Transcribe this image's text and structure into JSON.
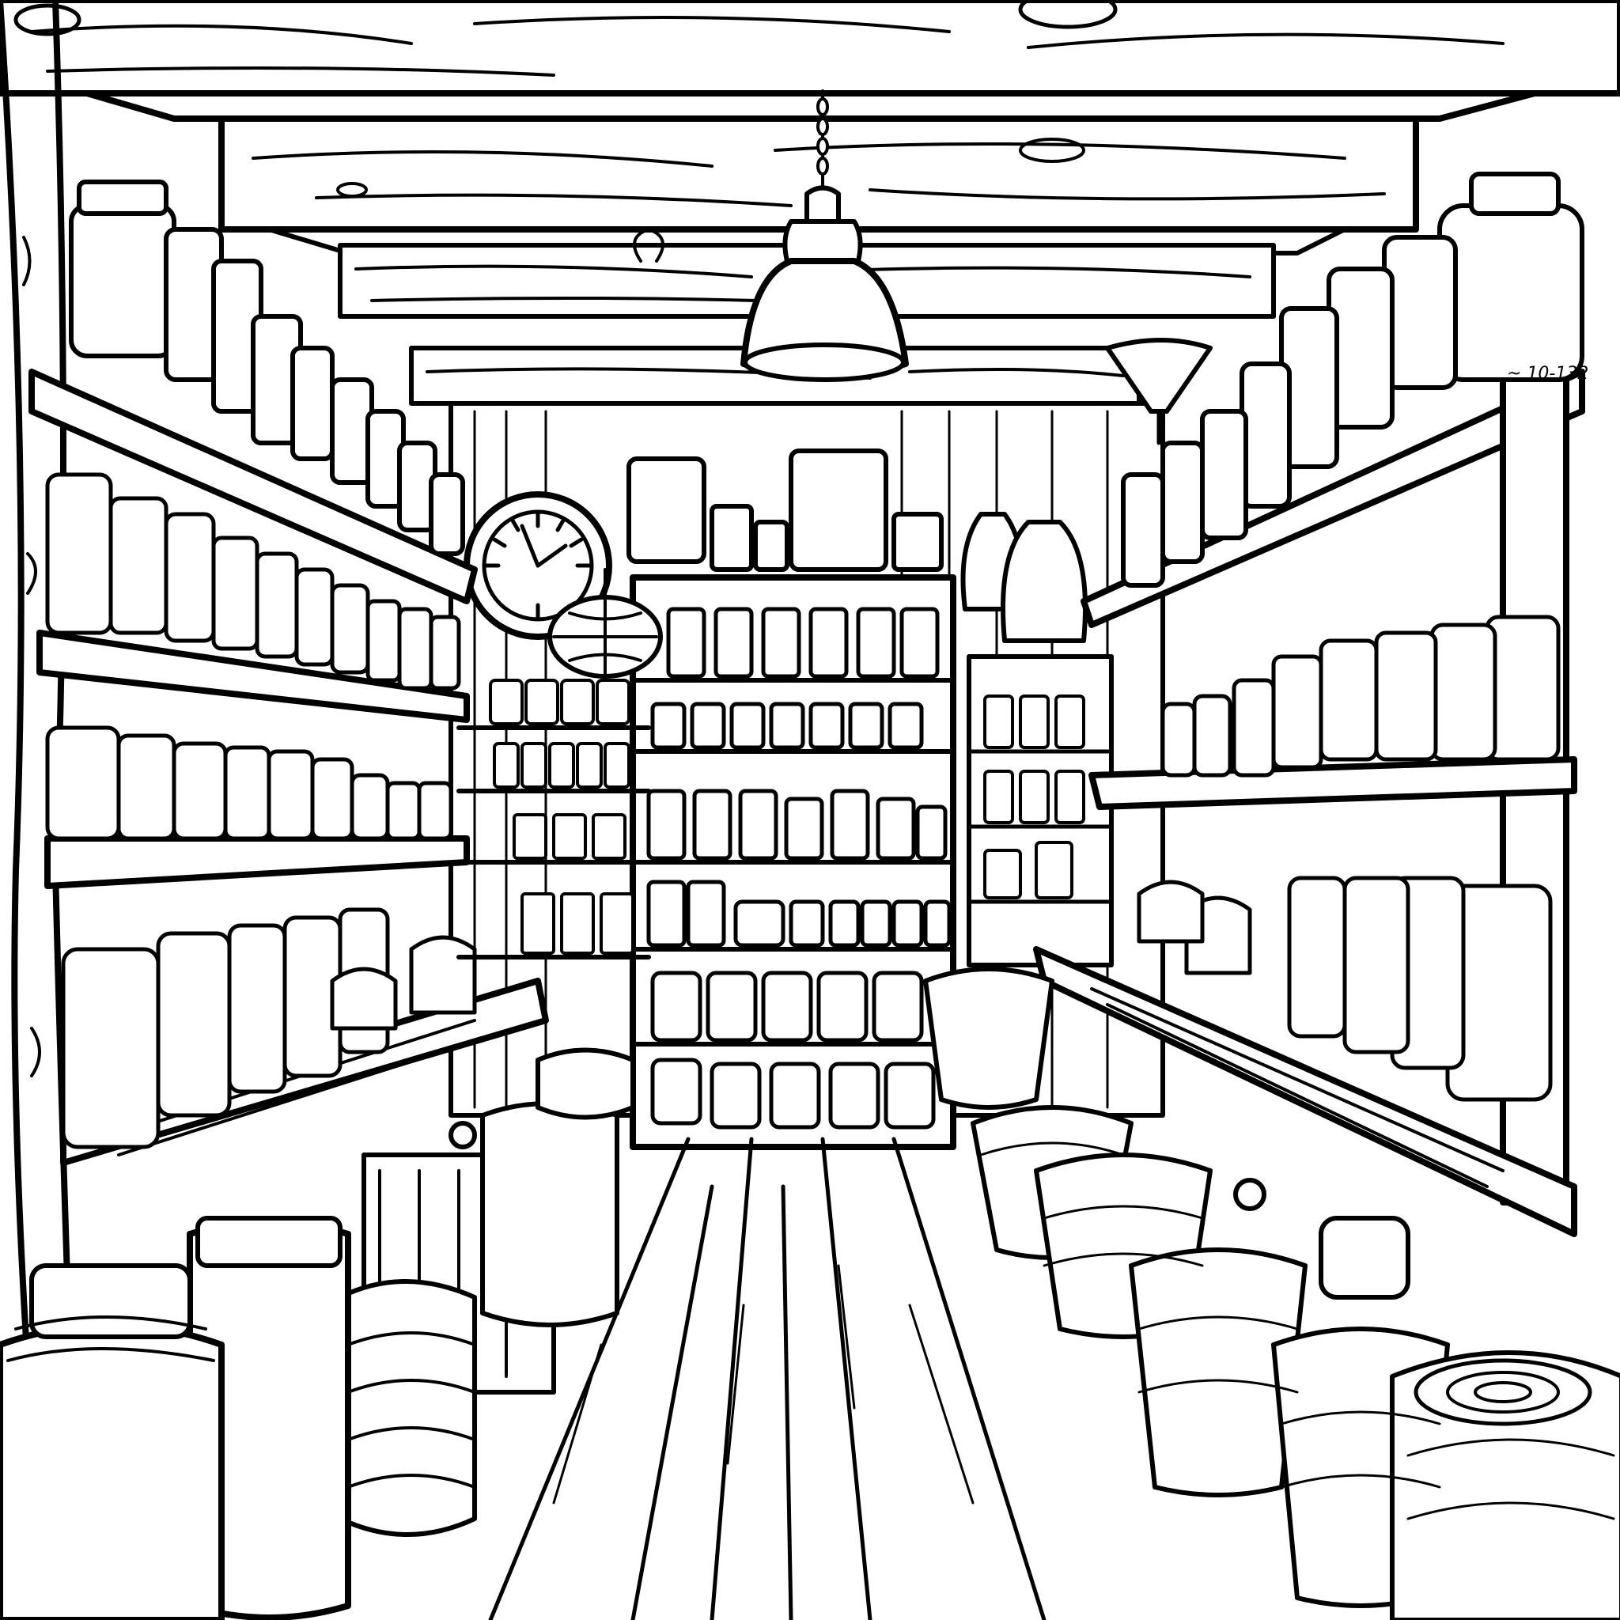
{
  "scene": {
    "title": "Rustic pantry storeroom line-art illustration",
    "style": "black-and-white coloring page",
    "colors": {
      "ink": "#000000",
      "paper": "#ffffff"
    }
  },
  "elements": {
    "ceiling": "wooden beam ceiling",
    "lamp": "hanging dome pendant lamp on chain",
    "clock": "round wall clock with roman numerals",
    "back_shelf": "back wall shelving with jars",
    "left_shelves": "left wall shelves with jars",
    "right_shelves": "right wall shelves with jars",
    "floor": "wooden plank floor",
    "baskets": "woven baskets with produce",
    "crates": "wooden crates and large jars"
  },
  "shelf_mark": "~ 10-132"
}
